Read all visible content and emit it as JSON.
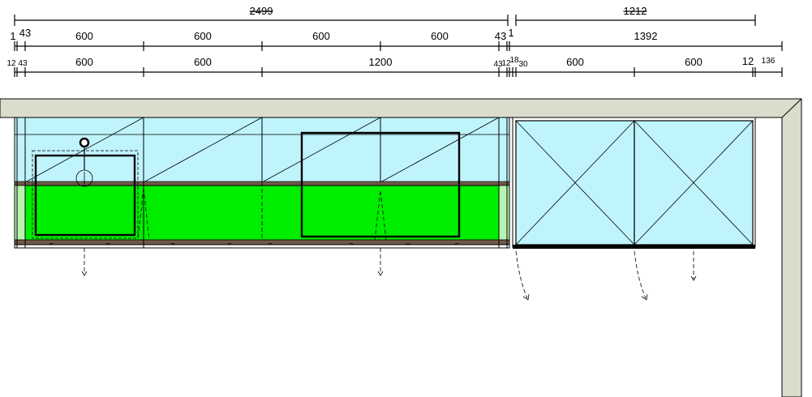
{
  "dimensions": {
    "overall": {
      "left": "2499",
      "right": "1212"
    },
    "row1": {
      "a": "1",
      "b": "43",
      "c1": "600",
      "c2": "600",
      "c3": "600",
      "c4": "600",
      "d": "43",
      "e": "1",
      "f": "1392"
    },
    "row2": {
      "a": "12",
      "b": "43",
      "c1": "600",
      "c2": "600",
      "c3": "1200",
      "d": "43",
      "e": "12",
      "f": "18",
      "g": "30",
      "h1": "600",
      "h2": "600",
      "i": "12",
      "j": "136"
    }
  },
  "colors": {
    "wall": "#dcdccc",
    "upper_cabinet": "#c0f4fc",
    "counter_green": "#00ee00",
    "light_green": "#b8f4b0",
    "shelf_brown": "#6e5a48",
    "line": "#000000"
  }
}
